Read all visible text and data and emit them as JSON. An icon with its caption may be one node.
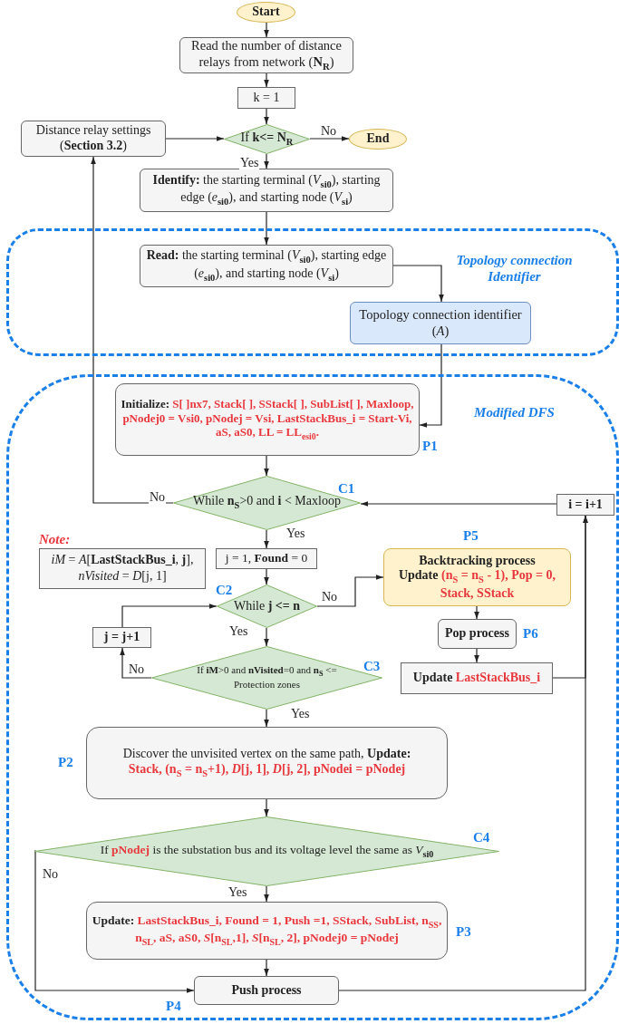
{
  "diagram": {
    "nodes": [
      {
        "text": [
          "Start"
        ]
      },
      {
        "text": [
          "Read the number of distance relays from network (**N**$_{R}$)"
        ]
      },
      {
        "text": [
          "k = 1"
        ]
      },
      {
        "text": [
          "If **k<= N**$_{R}$"
        ]
      },
      {
        "text": [
          "End"
        ]
      },
      {
        "text": [
          "Distance relay settings (**Section 3.2**)"
        ]
      },
      {
        "text": [
          "**Identify:** the starting terminal (*V*$_{si0}$), starting edge (*e*$_{si0}$), and starting node (*V*$_{si}$)"
        ]
      },
      {
        "text": [
          "Topology connection Identifier"
        ]
      },
      {
        "text": [
          "**Read:** the starting terminal (*V*$_{si0}$), starting edge (*e*$_{si0}$), and starting node (*V*$_{si}$)"
        ],
        "in": 7
      },
      {
        "text": [
          "Topology connection identifier (*A*)"
        ],
        "in": 7
      },
      {
        "text": [
          "Modified DFS"
        ]
      },
      {
        "text": [
          "**Initialize:** S[ ]nx7, Stack[ ], SStack[ ], SubList[ ], Maxloop, pNodej0 = Vsi0, pNodej = Vsi, LastStackBus_i = Start-Vi, aS, aS0, LL = LL$_{esi0}$."
        ],
        "in": 10,
        "beside": [
          "P1"
        ]
      },
      {
        "text": [
          "While **n**$_{S}$>0 and **i** < Maxloop"
        ],
        "in": 10,
        "beside": [
          "C1"
        ]
      },
      {
        "text": [
          "i = i+1"
        ],
        "in": 10
      },
      {
        "text": [
          "j = 1, **Found** = 0"
        ],
        "in": 10
      },
      {
        "text": [
          "Note:",
          "*iM* = *A*[**LastStackBus_i**, **j**], *nVisited* = *D*[j, 1]"
        ],
        "in": 10
      },
      {
        "text": [
          "While **j <= n**"
        ],
        "in": 10,
        "beside": [
          "C2"
        ]
      },
      {
        "text": [
          "j = j+1"
        ],
        "in": 10
      },
      {
        "text": [
          "If **iM**>0 and **nVisited**=0 and **n**$_{S}$ <= Protection zones"
        ],
        "in": 10,
        "beside": [
          "C3"
        ]
      },
      {
        "text": [
          "Backtracking process",
          "**Update** (n$_{S}$ = n$_{S}$ - 1), Pop = 0, Stack, SStack"
        ],
        "in": 10,
        "beside": [
          "P5"
        ]
      },
      {
        "text": [
          "Pop process"
        ],
        "in": 10,
        "beside": [
          "P6"
        ]
      },
      {
        "text": [
          "**Update** LastStackBus_i"
        ],
        "in": 10
      },
      {
        "text": [
          "Discover the unvisited vertex on the same path, **Update:**",
          "Stack, (n$_{S}$ = n$_{S}$+1), *D*[j, 1], *D*[j, 2], pNodei = pNodej"
        ],
        "in": 10,
        "beside": [
          "P2"
        ]
      },
      {
        "text": [
          "If **pNodej** is the substation bus and its voltage level the same as *V*$_{si0}$"
        ],
        "in": 10,
        "beside": [
          "C4"
        ]
      },
      {
        "text": [
          "**Update:** LastStackBus_i, Found = 1, Push =1, SStack, SubList, n$_{SS}$, n$_{SL}$, aS, aS0, *S*[n$_{SL}$,1], *S*[n$_{SL}$, 2], pNodej0 = pNodej"
        ],
        "in": 10,
        "beside": [
          "P3"
        ]
      },
      {
        "text": [
          "Push process"
        ],
        "in": 10,
        "beside": [
          "P4"
        ]
      }
    ],
    "edges": [
      {
        "from": 0,
        "to": 1,
        "arrow": "to"
      },
      {
        "from": 1,
        "to": 2,
        "arrow": "to"
      },
      {
        "from": 2,
        "to": 3,
        "arrow": "to"
      },
      {
        "from": 5,
        "to": 3,
        "arrow": "to"
      },
      {
        "from": 3,
        "to": 4,
        "arrow": "to",
        "label": "No"
      },
      {
        "from": 3,
        "to": 6,
        "arrow": "to",
        "label": "Yes"
      },
      {
        "from": 6,
        "to": 8,
        "arrow": "to"
      },
      {
        "from": 8,
        "to": 9,
        "arrow": "to"
      },
      {
        "from": 9,
        "to": 11,
        "arrow": "to"
      },
      {
        "from": 11,
        "to": 12,
        "arrow": "to"
      },
      {
        "from": 12,
        "to": 5,
        "arrow": "to",
        "label": "No"
      },
      {
        "from": 13,
        "to": 12,
        "arrow": "to"
      },
      {
        "from": 12,
        "to": 14,
        "arrow": "to",
        "label": "Yes"
      },
      {
        "from": 14,
        "to": 16,
        "arrow": "to"
      },
      {
        "from": 16,
        "to": 19,
        "arrow": "to",
        "label": "No"
      },
      {
        "from": 16,
        "to": 18,
        "arrow": "to",
        "label": "Yes"
      },
      {
        "from": 18,
        "to": 17,
        "arrow": "to",
        "label": "No"
      },
      {
        "from": 17,
        "to": 16,
        "arrow": "to"
      },
      {
        "from": 18,
        "to": 22,
        "arrow": "to",
        "label": "Yes"
      },
      {
        "from": 19,
        "to": 20,
        "arrow": "to"
      },
      {
        "from": 20,
        "to": 21,
        "arrow": "to"
      },
      {
        "from": 21,
        "to": 13,
        "arrow": "to"
      },
      {
        "from": 22,
        "to": 23,
        "arrow": "to"
      },
      {
        "from": 23,
        "to": 24,
        "arrow": "to",
        "label": "Yes"
      },
      {
        "from": 23,
        "to": 25,
        "arrow": "to",
        "label": "No"
      },
      {
        "from": 24,
        "to": 25,
        "arrow": "to"
      },
      {
        "from": 25,
        "to": 13,
        "arrow": "to"
      }
    ]
  }
}
